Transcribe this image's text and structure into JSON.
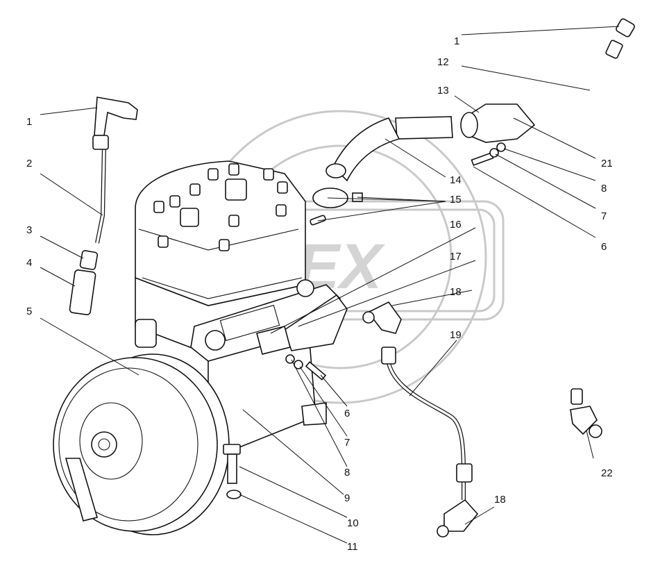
{
  "watermark": {
    "text": "APEX"
  },
  "labels": {
    "l1a": "1",
    "l1b": "1",
    "l2": "2",
    "l3": "3",
    "l4": "4",
    "l5": "5",
    "l6a": "6",
    "l6b": "6",
    "l7a": "7",
    "l7b": "7",
    "l8a": "8",
    "l8b": "8",
    "l9": "9",
    "l10": "10",
    "l11": "11",
    "l12": "12",
    "l13": "13",
    "l14": "14",
    "l15": "15",
    "l16": "16",
    "l17": "17",
    "l18a": "18",
    "l18b": "18",
    "l19": "19",
    "l21": "21",
    "l22": "22"
  }
}
